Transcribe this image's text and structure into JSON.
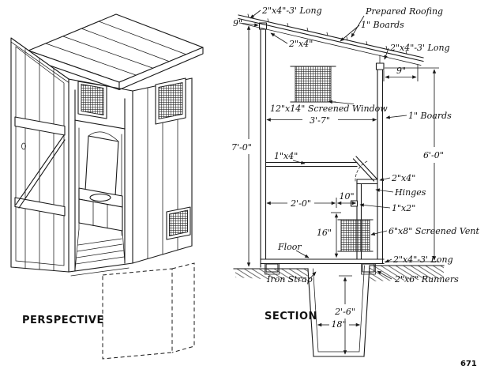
{
  "page": {
    "number": "671"
  },
  "perspective": {
    "caption": "PERSPECTIVE"
  },
  "section": {
    "caption": "SECTION",
    "labels": {
      "brace_2x4_3ft": "2\"x4\"-3' Long",
      "prepared_roofing": "Prepared Roofing",
      "boards_1in": "1\" Boards",
      "nine_in": "9\"",
      "size_2x4": "2\"x4\"",
      "window_screened": "12\"x14\" Screened Window",
      "interior_width": "3'-7\"",
      "front_wall_height": "7'-0\"",
      "rear_wall_height": "6'-0\"",
      "rail_1x4": "1\"x4\"",
      "hinges": "Hinges",
      "seat_depth": "2'-0\"",
      "seat_top": "10\"",
      "cleat_1x2": "1\"x2\"",
      "vent_height": "16\"",
      "vent_screened": "6\"x8\" Screened Vent",
      "floor": "Floor",
      "iron_strap": "Iron Strap",
      "runners_2x6": "2\"x6\" Runners",
      "pit_depth": "2'-6\"",
      "pit_width": "18\""
    }
  }
}
